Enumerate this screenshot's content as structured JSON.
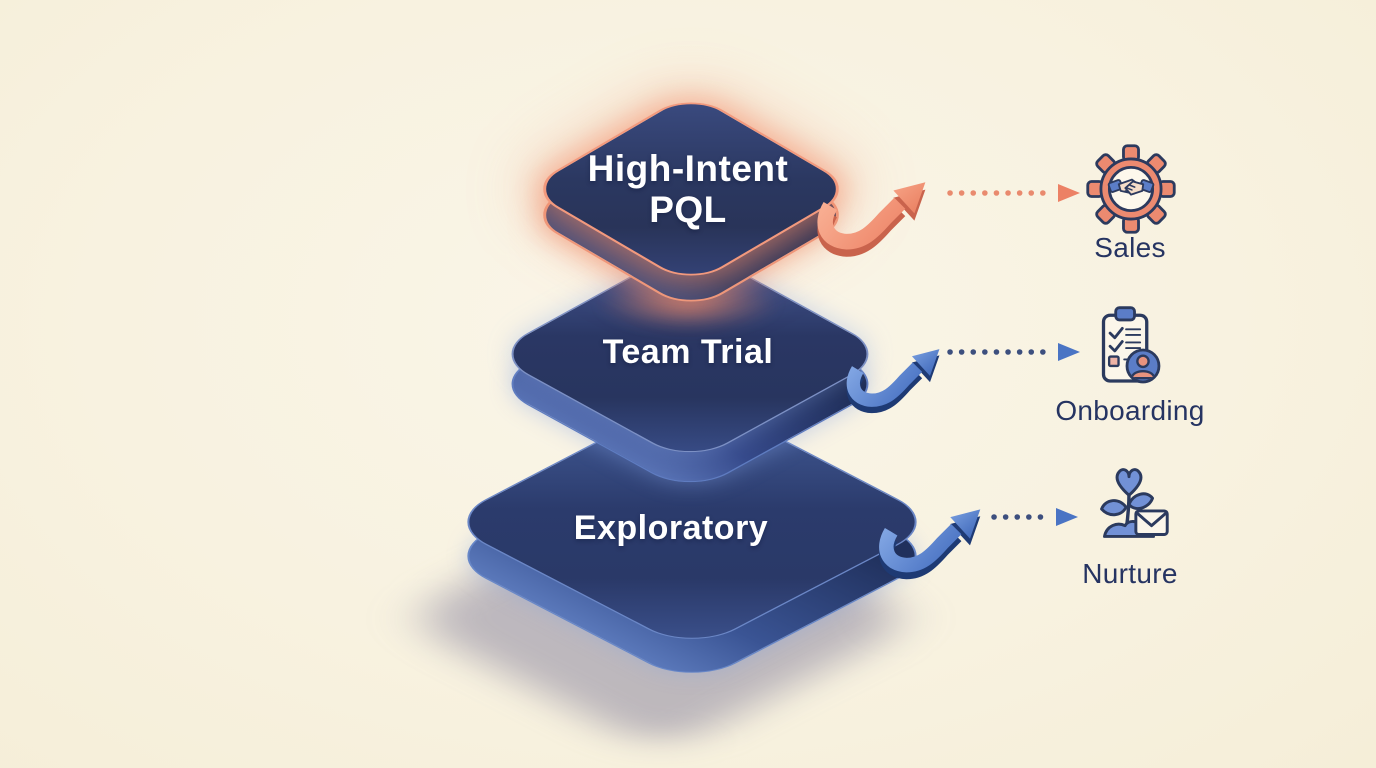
{
  "canvas": {
    "background": "#f8f2e0"
  },
  "layers": [
    {
      "label": "High-Intent PQL",
      "lines": [
        "High-Intent",
        "PQL"
      ],
      "face_color": "#2b3861",
      "glow_color": "#f0907a"
    },
    {
      "label": "Team Trial",
      "lines": [
        "Team Trial"
      ],
      "face_color": "#2a3764",
      "glow_color": "#8fb0e8"
    },
    {
      "label": "Exploratory",
      "lines": [
        "Exploratory"
      ],
      "face_color": "#2b3b6c",
      "glow_color": "#8fb0e8"
    }
  ],
  "routes": [
    {
      "label": "Sales",
      "icon": "gear-handshake-icon",
      "arrow_color": "#ee8668",
      "dot_color": "#e98a6e"
    },
    {
      "label": "Onboarding",
      "icon": "clipboard-checklist-person-icon",
      "arrow_color": "#4a74c4",
      "dot_color": "#3d4f7e"
    },
    {
      "label": "Nurture",
      "icon": "plant-heart-mail-icon",
      "arrow_color": "#4a74c4",
      "dot_color": "#3d4f7e"
    }
  ],
  "text_colors": {
    "layer_label": "#ffffff",
    "route_label": "#263462"
  }
}
